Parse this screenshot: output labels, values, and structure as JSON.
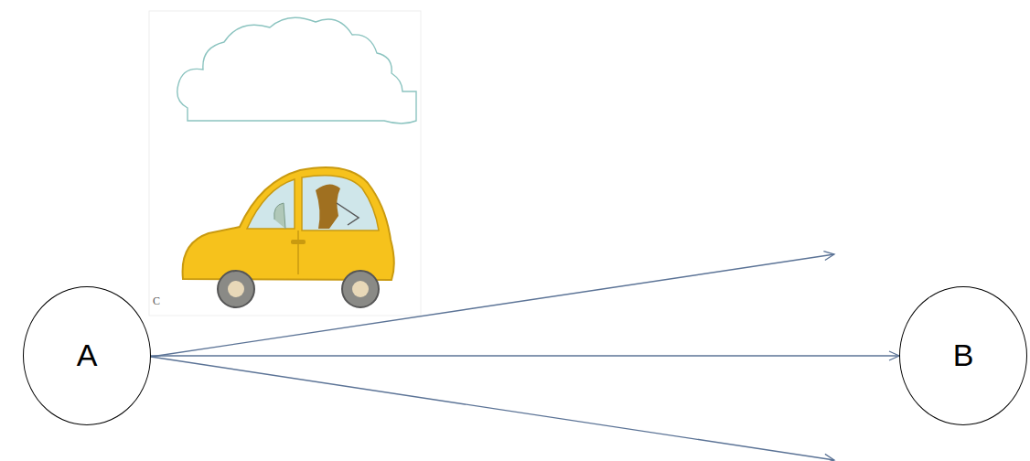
{
  "diagram": {
    "nodes": [
      {
        "text": [
          "A"
        ]
      },
      {
        "text": [
          "B"
        ]
      }
    ],
    "edges": [
      {
        "from": 0,
        "to": 1,
        "arrow": "to"
      }
    ],
    "labels": [
      "C"
    ]
  }
}
